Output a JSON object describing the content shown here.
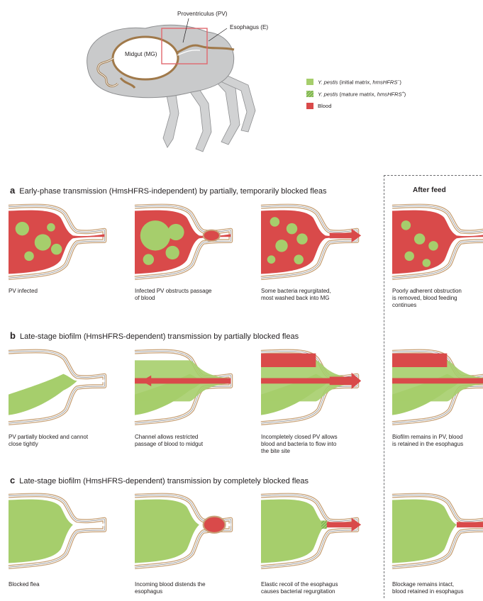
{
  "colors": {
    "green": "#a6ce6c",
    "green_dark": "#3a9a3f",
    "red": "#d94a4a",
    "tan": "#c8a37a",
    "grey": "#c9cacb",
    "outline": "#6d6e71",
    "highlight_box": "#e0686e"
  },
  "overview": {
    "midgut_label": "Midgut (MG)",
    "proventriculus_label": "Proventriculus (PV)",
    "esophagus_label": "Esophagus (E)"
  },
  "legend": {
    "items": [
      {
        "species": "Y. pestis",
        "text": " (initial matrix, ",
        "gene": "hmsHFRS",
        "sup": "−",
        "close": ")",
        "swatch": "green-solid"
      },
      {
        "species": "Y. pestis",
        "text": " (mature matrix, ",
        "gene": "hmsHFRS",
        "sup": "+",
        "close": ")",
        "swatch": "green-hatched"
      },
      {
        "species": "",
        "text": "Blood",
        "gene": "",
        "sup": "",
        "close": "",
        "swatch": "red"
      }
    ]
  },
  "after_feed_header": "After feed",
  "rows": [
    {
      "letter": "a",
      "title": "Early-phase transmission (HmsHFRS-independent) by partially, temporarily blocked fleas",
      "panels": [
        {
          "caption_lines": [
            "PV infected"
          ]
        },
        {
          "caption_lines": [
            "Infected PV obstructs passage",
            "of blood"
          ]
        },
        {
          "caption_lines": [
            "Some bacteria  regurgitated,",
            "most washed back into MG"
          ]
        },
        {
          "caption_lines": [
            "Poorly adherent obstruction",
            "is removed, blood feeding",
            "continues"
          ]
        }
      ]
    },
    {
      "letter": "b",
      "title": "Late-stage biofilm (HmsHFRS-dependent) transmission by partially blocked fleas",
      "panels": [
        {
          "caption_lines": [
            "PV partially blocked and cannot",
            "close tightly"
          ]
        },
        {
          "caption_lines": [
            "Channel allows restricted",
            "passage of blood to midgut"
          ]
        },
        {
          "caption_lines": [
            "Incompletely closed PV allows",
            "blood and bacteria to flow into",
            "the bite site"
          ]
        },
        {
          "caption_lines": [
            "Biofilm remains in PV, blood",
            "is retained in the esophagus"
          ]
        }
      ]
    },
    {
      "letter": "c",
      "title": "Late-stage biofilm (HmsHFRS-dependent) transmission by completely blocked fleas",
      "panels": [
        {
          "caption_lines": [
            "Blocked flea"
          ]
        },
        {
          "caption_lines": [
            "Incoming blood distends the",
            "esophagus"
          ]
        },
        {
          "caption_lines": [
            "Elastic recoil of the esophagus",
            "causes bacterial regurgitation"
          ]
        },
        {
          "caption_lines": [
            "Blockage remains intact,",
            "blood retained in esophagus"
          ]
        }
      ]
    }
  ]
}
